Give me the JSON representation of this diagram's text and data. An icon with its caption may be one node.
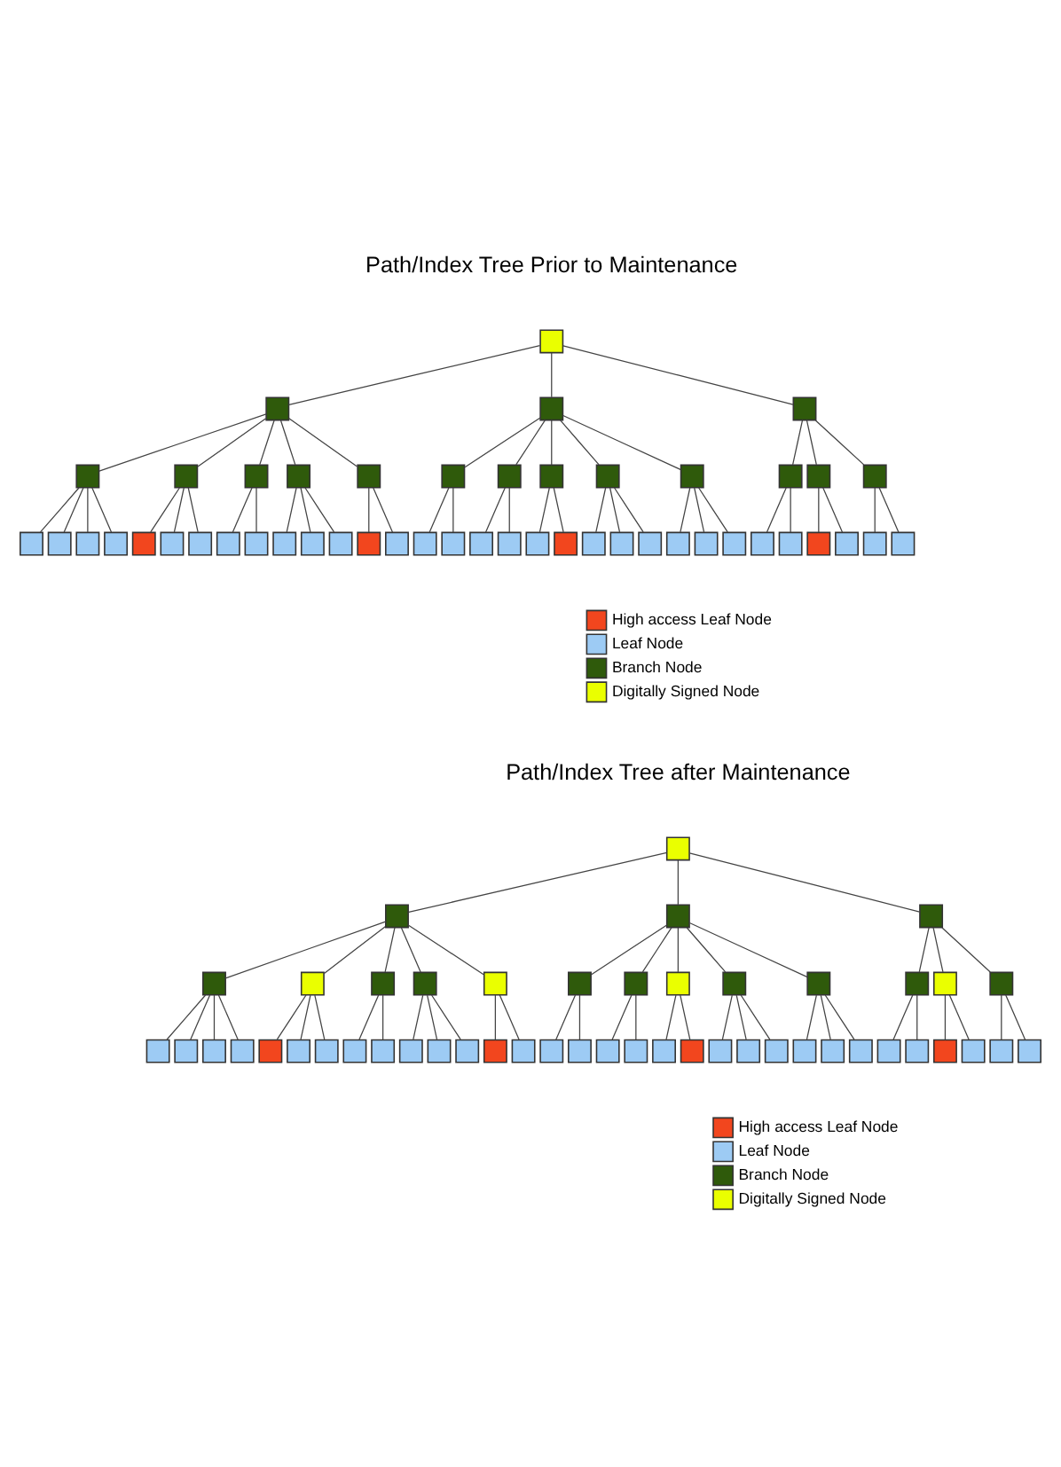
{
  "diagram": {
    "nodes": [
      {
        "text": [],
        "shape": "box"
      },
      {
        "text": [],
        "shape": "box"
      },
      {
        "text": [],
        "shape": "box"
      },
      {
        "text": [],
        "shape": "box"
      },
      {
        "text": [],
        "shape": "box"
      },
      {
        "text": [],
        "shape": "box"
      },
      {
        "text": [],
        "shape": "box"
      },
      {
        "text": [],
        "shape": "box"
      },
      {
        "text": [],
        "shape": "box"
      },
      {
        "text": [],
        "shape": "box"
      },
      {
        "text": [],
        "shape": "box"
      },
      {
        "text": [],
        "shape": "box"
      },
      {
        "text": [],
        "shape": "box"
      },
      {
        "text": [],
        "shape": "box"
      },
      {
        "text": [],
        "shape": "box"
      },
      {
        "text": [],
        "shape": "box"
      },
      {
        "text": [],
        "shape": "box"
      },
      {
        "text": [],
        "shape": "box"
      },
      {
        "text": [],
        "shape": "box"
      },
      {
        "text": [],
        "shape": "box"
      },
      {
        "text": [],
        "shape": "box"
      },
      {
        "text": [],
        "shape": "box"
      },
      {
        "text": [],
        "shape": "box"
      },
      {
        "text": [],
        "shape": "box"
      },
      {
        "text": [],
        "shape": "box"
      },
      {
        "text": [],
        "shape": "box"
      },
      {
        "text": [],
        "shape": "box"
      },
      {
        "text": [],
        "shape": "box"
      },
      {
        "text": [],
        "shape": "box"
      },
      {
        "text": [],
        "shape": "box"
      },
      {
        "text": [],
        "shape": "box"
      },
      {
        "text": [],
        "shape": "box"
      },
      {
        "text": [],
        "shape": "box"
      },
      {
        "text": [],
        "shape": "box"
      },
      {
        "text": [],
        "shape": "box"
      },
      {
        "text": [],
        "shape": "box"
      },
      {
        "text": [],
        "shape": "box"
      },
      {
        "text": [],
        "shape": "box"
      },
      {
        "text": [],
        "shape": "box"
      },
      {
        "text": [],
        "shape": "box"
      },
      {
        "text": [],
        "shape": "box"
      },
      {
        "text": [],
        "shape": "box"
      },
      {
        "text": [],
        "shape": "box"
      },
      {
        "text": [],
        "shape": "box"
      },
      {
        "text": [],
        "shape": "box"
      },
      {
        "text": [],
        "shape": "box"
      },
      {
        "text": [],
        "shape": "box"
      },
      {
        "text": [],
        "shape": "box"
      },
      {
        "text": [],
        "shape": "box"
      },
      {
        "text": [],
        "shape": "box"
      },
      {
        "text": [],
        "shape": "box"
      },
      {
        "text": [],
        "shape": "box"
      },
      {
        "text": [],
        "shape": "box"
      },
      {
        "text": [],
        "shape": "box"
      },
      {
        "text": [],
        "shape": "box"
      },
      {
        "text": [],
        "shape": "box"
      },
      {
        "text": [],
        "shape": "box"
      },
      {
        "text": [],
        "shape": "box"
      },
      {
        "text": [],
        "shape": "box"
      },
      {
        "text": [],
        "shape": "box"
      },
      {
        "text": [],
        "shape": "box"
      },
      {
        "text": [],
        "shape": "box"
      },
      {
        "text": [],
        "shape": "box"
      },
      {
        "text": [],
        "shape": "box"
      },
      {
        "text": [],
        "shape": "box"
      },
      {
        "text": [],
        "shape": "box"
      },
      {
        "text": [],
        "shape": "box"
      },
      {
        "text": [],
        "shape": "box"
      },
      {
        "text": [],
        "shape": "box"
      },
      {
        "text": [],
        "shape": "box"
      },
      {
        "text": [],
        "shape": "box"
      },
      {
        "text": [],
        "shape": "box"
      },
      {
        "text": [],
        "shape": "box"
      },
      {
        "text": [],
        "shape": "box"
      },
      {
        "text": [],
        "shape": "box"
      },
      {
        "text": [],
        "shape": "box"
      },
      {
        "text": [],
        "shape": "box"
      },
      {
        "text": [],
        "shape": "box"
      },
      {
        "text": [],
        "shape": "box"
      },
      {
        "text": [],
        "shape": "box"
      },
      {
        "text": [],
        "shape": "box"
      },
      {
        "text": [],
        "shape": "box"
      },
      {
        "text": [],
        "shape": "box"
      },
      {
        "text": [],
        "shape": "box"
      },
      {
        "text": [],
        "shape": "box"
      },
      {
        "text": [],
        "shape": "box"
      },
      {
        "text": [],
        "shape": "box"
      },
      {
        "text": [],
        "shape": "box"
      },
      {
        "text": [],
        "shape": "box"
      },
      {
        "text": [],
        "shape": "box"
      },
      {
        "text": [],
        "shape": "box"
      },
      {
        "text": [],
        "shape": "box"
      },
      {
        "text": [],
        "shape": "box"
      },
      {
        "text": [],
        "shape": "box"
      },
      {
        "text": [],
        "shape": "box"
      },
      {
        "text": [],
        "shape": "box"
      },
      {
        "text": [],
        "shape": "box"
      },
      {
        "text": [],
        "shape": "box"
      }
    ],
    "edges": [
      {
        "from": 0,
        "to": 1,
        "arrow": "none"
      },
      {
        "from": 0,
        "to": 2,
        "arrow": "none"
      },
      {
        "from": 0,
        "to": 3,
        "arrow": "none"
      },
      {
        "from": 1,
        "to": 4,
        "arrow": "none"
      },
      {
        "from": 1,
        "to": 5,
        "arrow": "none"
      },
      {
        "from": 1,
        "to": 6,
        "arrow": "none"
      },
      {
        "from": 1,
        "to": 7,
        "arrow": "none"
      },
      {
        "from": 1,
        "to": 8,
        "arrow": "none"
      },
      {
        "from": 2,
        "to": 9,
        "arrow": "none"
      },
      {
        "from": 2,
        "to": 10,
        "arrow": "none"
      },
      {
        "from": 2,
        "to": 11,
        "arrow": "none"
      },
      {
        "from": 2,
        "to": 12,
        "arrow": "none"
      },
      {
        "from": 2,
        "to": 13,
        "arrow": "none"
      },
      {
        "from": 3,
        "to": 14,
        "arrow": "none"
      },
      {
        "from": 3,
        "to": 15,
        "arrow": "none"
      },
      {
        "from": 3,
        "to": 16,
        "arrow": "none"
      },
      {
        "from": 4,
        "to": 17,
        "arrow": "none"
      },
      {
        "from": 4,
        "to": 18,
        "arrow": "none"
      },
      {
        "from": 4,
        "to": 19,
        "arrow": "none"
      },
      {
        "from": 4,
        "to": 20,
        "arrow": "none"
      },
      {
        "from": 5,
        "to": 21,
        "arrow": "none"
      },
      {
        "from": 5,
        "to": 22,
        "arrow": "none"
      },
      {
        "from": 5,
        "to": 23,
        "arrow": "none"
      },
      {
        "from": 6,
        "to": 24,
        "arrow": "none"
      },
      {
        "from": 6,
        "to": 25,
        "arrow": "none"
      },
      {
        "from": 7,
        "to": 26,
        "arrow": "none"
      },
      {
        "from": 7,
        "to": 27,
        "arrow": "none"
      },
      {
        "from": 7,
        "to": 28,
        "arrow": "none"
      },
      {
        "from": 8,
        "to": 29,
        "arrow": "none"
      },
      {
        "from": 8,
        "to": 30,
        "arrow": "none"
      },
      {
        "from": 9,
        "to": 31,
        "arrow": "none"
      },
      {
        "from": 9,
        "to": 32,
        "arrow": "none"
      },
      {
        "from": 10,
        "to": 33,
        "arrow": "none"
      },
      {
        "from": 10,
        "to": 34,
        "arrow": "none"
      },
      {
        "from": 11,
        "to": 35,
        "arrow": "none"
      },
      {
        "from": 11,
        "to": 36,
        "arrow": "none"
      },
      {
        "from": 12,
        "to": 37,
        "arrow": "none"
      },
      {
        "from": 12,
        "to": 38,
        "arrow": "none"
      },
      {
        "from": 12,
        "to": 39,
        "arrow": "none"
      },
      {
        "from": 13,
        "to": 40,
        "arrow": "none"
      },
      {
        "from": 13,
        "to": 41,
        "arrow": "none"
      },
      {
        "from": 13,
        "to": 42,
        "arrow": "none"
      },
      {
        "from": 14,
        "to": 43,
        "arrow": "none"
      },
      {
        "from": 14,
        "to": 44,
        "arrow": "none"
      },
      {
        "from": 15,
        "to": 45,
        "arrow": "none"
      },
      {
        "from": 15,
        "to": 46,
        "arrow": "none"
      },
      {
        "from": 16,
        "to": 47,
        "arrow": "none"
      },
      {
        "from": 16,
        "to": 48,
        "arrow": "none"
      },
      {
        "from": 49,
        "to": 50,
        "arrow": "none"
      },
      {
        "from": 49,
        "to": 51,
        "arrow": "none"
      },
      {
        "from": 49,
        "to": 52,
        "arrow": "none"
      },
      {
        "from": 50,
        "to": 53,
        "arrow": "none"
      },
      {
        "from": 50,
        "to": 54,
        "arrow": "none"
      },
      {
        "from": 50,
        "to": 55,
        "arrow": "none"
      },
      {
        "from": 50,
        "to": 56,
        "arrow": "none"
      },
      {
        "from": 50,
        "to": 57,
        "arrow": "none"
      },
      {
        "from": 51,
        "to": 58,
        "arrow": "none"
      },
      {
        "from": 51,
        "to": 59,
        "arrow": "none"
      },
      {
        "from": 51,
        "to": 60,
        "arrow": "none"
      },
      {
        "from": 51,
        "to": 61,
        "arrow": "none"
      },
      {
        "from": 51,
        "to": 62,
        "arrow": "none"
      },
      {
        "from": 52,
        "to": 63,
        "arrow": "none"
      },
      {
        "from": 52,
        "to": 64,
        "arrow": "none"
      },
      {
        "from": 52,
        "to": 65,
        "arrow": "none"
      },
      {
        "from": 53,
        "to": 66,
        "arrow": "none"
      },
      {
        "from": 53,
        "to": 67,
        "arrow": "none"
      },
      {
        "from": 53,
        "to": 68,
        "arrow": "none"
      },
      {
        "from": 53,
        "to": 69,
        "arrow": "none"
      },
      {
        "from": 54,
        "to": 70,
        "arrow": "none"
      },
      {
        "from": 54,
        "to": 71,
        "arrow": "none"
      },
      {
        "from": 54,
        "to": 72,
        "arrow": "none"
      },
      {
        "from": 55,
        "to": 73,
        "arrow": "none"
      },
      {
        "from": 55,
        "to": 74,
        "arrow": "none"
      },
      {
        "from": 56,
        "to": 75,
        "arrow": "none"
      },
      {
        "from": 56,
        "to": 76,
        "arrow": "none"
      },
      {
        "from": 56,
        "to": 77,
        "arrow": "none"
      },
      {
        "from": 57,
        "to": 78,
        "arrow": "none"
      },
      {
        "from": 57,
        "to": 79,
        "arrow": "none"
      },
      {
        "from": 58,
        "to": 80,
        "arrow": "none"
      },
      {
        "from": 58,
        "to": 81,
        "arrow": "none"
      },
      {
        "from": 59,
        "to": 82,
        "arrow": "none"
      },
      {
        "from": 59,
        "to": 83,
        "arrow": "none"
      },
      {
        "from": 60,
        "to": 84,
        "arrow": "none"
      },
      {
        "from": 60,
        "to": 85,
        "arrow": "none"
      },
      {
        "from": 61,
        "to": 86,
        "arrow": "none"
      },
      {
        "from": 61,
        "to": 87,
        "arrow": "none"
      },
      {
        "from": 61,
        "to": 88,
        "arrow": "none"
      },
      {
        "from": 62,
        "to": 89,
        "arrow": "none"
      },
      {
        "from": 62,
        "to": 90,
        "arrow": "none"
      },
      {
        "from": 62,
        "to": 91,
        "arrow": "none"
      },
      {
        "from": 63,
        "to": 92,
        "arrow": "none"
      },
      {
        "from": 63,
        "to": 93,
        "arrow": "none"
      },
      {
        "from": 64,
        "to": 94,
        "arrow": "none"
      },
      {
        "from": 64,
        "to": 95,
        "arrow": "none"
      },
      {
        "from": 65,
        "to": 96,
        "arrow": "none"
      },
      {
        "from": 65,
        "to": 97,
        "arrow": "none"
      }
    ],
    "labels": [
      "Path/Index Tree Prior to Maintenance",
      "Path/Index Tree after Maintenance"
    ],
    "legend": [
      {
        "text": "High access Leaf Node",
        "color": "#f2461e"
      },
      {
        "text": "Leaf Node",
        "color": "#9dcbf4"
      },
      {
        "text": "Branch Node",
        "color": "#2f5a0b"
      },
      {
        "text": "Digitally Signed Node",
        "color": "#eaff00"
      },
      {
        "text": "High access Leaf Node",
        "color": "#f2461e"
      },
      {
        "text": "Leaf Node",
        "color": "#9dcbf4"
      },
      {
        "text": "Branch Node",
        "color": "#2f5a0b"
      },
      {
        "text": "Digitally Signed Node",
        "color": "#eaff00"
      }
    ]
  }
}
